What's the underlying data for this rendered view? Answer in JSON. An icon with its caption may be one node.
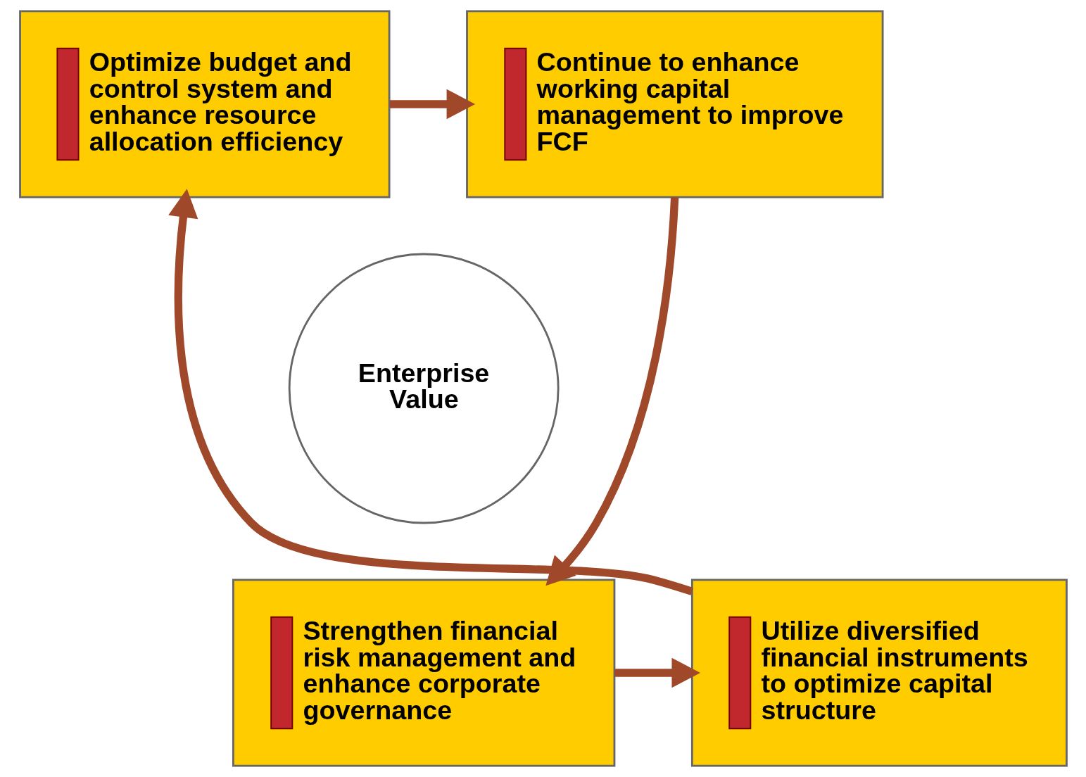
{
  "diagram": {
    "nodes": [
      {
        "text": [
          "Optimize budget and control system and enhance resource allocation efficiency"
        ]
      },
      {
        "text": [
          "Continue to enhance working capital management to improve FCF"
        ]
      },
      {
        "text": [
          "Utilize diversified financial instruments to optimize capital structure"
        ]
      },
      {
        "text": [
          "Strengthen financial risk management and enhance corporate governance"
        ]
      },
      {
        "text": [
          "Enterprise Value"
        ]
      }
    ],
    "edges": [
      {
        "from": 0,
        "to": 1,
        "arrow": "to"
      },
      {
        "from": 1,
        "to": 3,
        "arrow": "to"
      },
      {
        "from": 3,
        "to": 2,
        "arrow": "to"
      },
      {
        "from": 2,
        "to": 0,
        "arrow": "to"
      }
    ]
  }
}
